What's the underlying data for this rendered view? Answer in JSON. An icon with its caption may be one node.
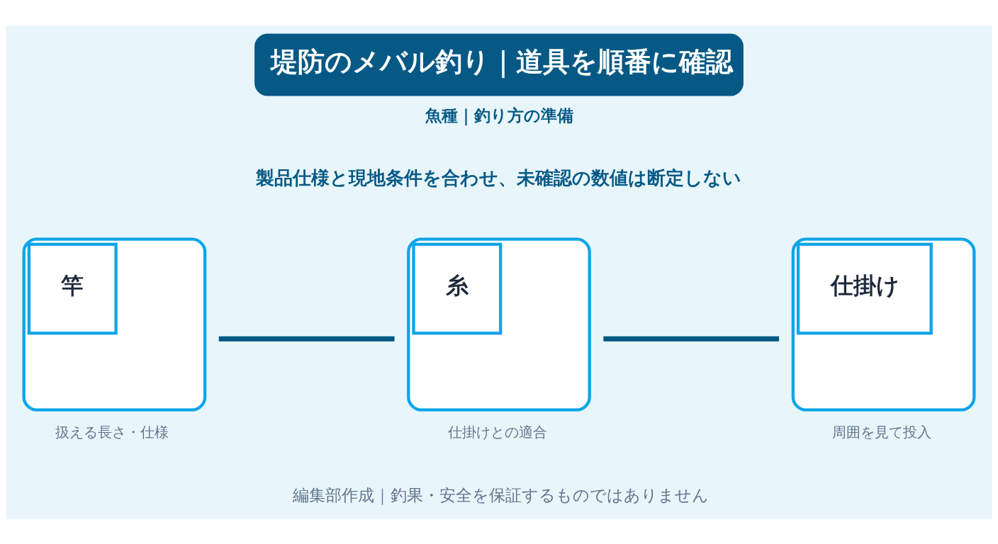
{
  "diagram": {
    "title": "堤防のメバル釣り｜道具を順番に確認",
    "nodes": [
      {
        "text": [
          "竿"
        ],
        "beside": [
          "扱える長さ・仕様"
        ]
      },
      {
        "text": [
          "糸"
        ],
        "beside": [
          "仕掛けとの適合"
        ]
      },
      {
        "text": [
          "仕掛け"
        ],
        "beside": [
          "周囲を見て投入"
        ]
      }
    ],
    "edges": [
      {
        "from": 0,
        "to": 1,
        "arrow": "none"
      },
      {
        "from": 1,
        "to": 2,
        "arrow": "none"
      }
    ],
    "labels": [
      "魚種｜釣り方の準備",
      "製品仕様と現地条件を合わせ、未確認の数値は断定しない",
      "編集部作成｜釣果・安全を保証するものではありません"
    ]
  }
}
